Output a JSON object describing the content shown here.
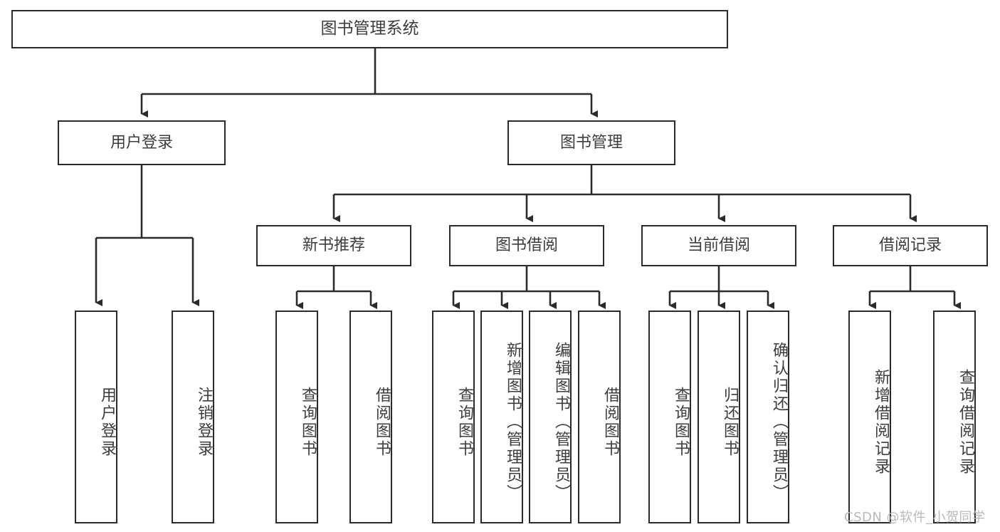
{
  "diagram": {
    "title": "图书管理系统",
    "type": "tree-structure-chart",
    "root": {
      "label": "图书管理系统"
    },
    "level1": [
      {
        "id": "user-login",
        "label": "用户登录"
      },
      {
        "id": "book-manage",
        "label": "图书管理"
      }
    ],
    "level2": [
      {
        "id": "new-book-recommend",
        "label": "新书推荐"
      },
      {
        "id": "book-borrow",
        "label": "图书借阅"
      },
      {
        "id": "current-borrow",
        "label": "当前借阅"
      },
      {
        "id": "borrow-record",
        "label": "借阅记录"
      }
    ],
    "leaves": {
      "user_login": [
        {
          "id": "leaf-user-login",
          "label": "用户登录"
        },
        {
          "id": "leaf-logout-login",
          "label": "注销登录"
        }
      ],
      "new_book_recommend": [
        {
          "id": "leaf-query-book-1",
          "label": "查询图书"
        },
        {
          "id": "leaf-borrow-book-1",
          "label": "借阅图书"
        }
      ],
      "book_borrow": [
        {
          "id": "leaf-query-book-2",
          "label": "查询图书"
        },
        {
          "id": "leaf-add-book",
          "label": "新增图书（管理员）"
        },
        {
          "id": "leaf-edit-book",
          "label": "编辑图书（管理员）"
        },
        {
          "id": "leaf-borrow-book-2",
          "label": "借阅图书"
        }
      ],
      "current_borrow": [
        {
          "id": "leaf-query-book-3",
          "label": "查询图书"
        },
        {
          "id": "leaf-return-book",
          "label": "归还图书"
        },
        {
          "id": "leaf-confirm-return",
          "label": "确认归还（管理员）"
        }
      ],
      "borrow_record": [
        {
          "id": "leaf-add-record",
          "label": "新增借阅记录"
        },
        {
          "id": "leaf-query-record",
          "label": "查询借阅记录"
        }
      ]
    }
  },
  "watermark": {
    "text": "CSDN @软件_小贺同学"
  },
  "colors": {
    "border": "#2b2b2b",
    "text": "#3d3d3d",
    "background": "#ffffff",
    "watermark": "#b9b9b9"
  }
}
